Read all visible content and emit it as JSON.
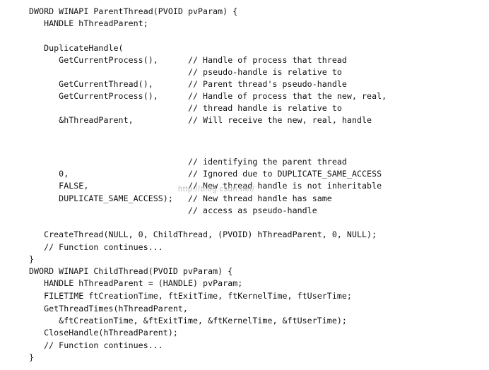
{
  "code": {
    "lines": [
      "DWORD WINAPI ParentThread(PVOID pvParam) {",
      "   HANDLE hThreadParent;",
      "",
      "   DuplicateHandle(",
      "      GetCurrentProcess(),      // Handle of process that thread",
      "                                // pseudo-handle is relative to",
      "      GetCurrentThread(),       // Parent thread's pseudo-handle",
      "      GetCurrentProcess(),      // Handle of process that the new, real,",
      "                                // thread handle is relative to",
      "      &hThreadParent,           // Will receive the new, real, handle",
      "",
      "",
      "",
      "                                // identifying the parent thread",
      "      0,                        // Ignored due to DUPLICATE_SAME_ACCESS",
      "      FALSE,                    // New thread handle is not inheritable",
      "      DUPLICATE_SAME_ACCESS);   // New thread handle has same",
      "                                // access as pseudo-handle",
      "",
      "   CreateThread(NULL, 0, ChildThread, (PVOID) hThreadParent, 0, NULL);",
      "   // Function continues...",
      "}",
      "DWORD WINAPI ChildThread(PVOID pvParam) {",
      "   HANDLE hThreadParent = (HANDLE) pvParam;",
      "   FILETIME ftCreationTime, ftExitTime, ftKernelTime, ftUserTime;",
      "   GetThreadTimes(hThreadParent,",
      "      &ftCreationTime, &ftExitTime, &ftKernelTime, &ftUserTime);",
      "   CloseHandle(hThreadParent);",
      "   // Function continues...",
      "}"
    ]
  },
  "watermark": {
    "text": "http://blog.csdn.net/"
  }
}
